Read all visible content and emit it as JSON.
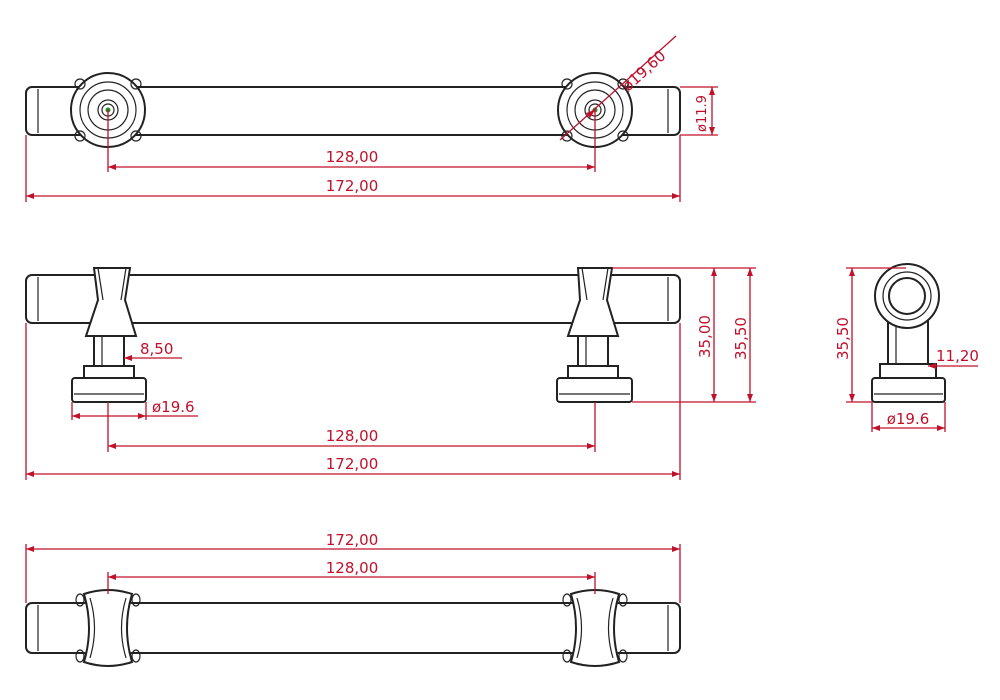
{
  "colors": {
    "outline": "#222222",
    "dimension": "#c0102a",
    "center_mark": "#2a8a2a",
    "background": "#ffffff"
  },
  "top_view": {
    "dim_diameter_post": "ø19,60",
    "dim_diameter_bar": "ø11.9",
    "dim_center": "128,00",
    "dim_overall": "172,00"
  },
  "front_view": {
    "dim_post_width": "8,50",
    "dim_base": "ø19.6",
    "dim_center": "128,00",
    "dim_overall": "172,00",
    "dim_height_a": "35,00",
    "dim_height_b": "35,50"
  },
  "side_view": {
    "dim_height": "35,50",
    "dim_post": "11,20",
    "dim_base": "ø19.6"
  },
  "bottom_view": {
    "dim_overall": "172,00",
    "dim_center": "128,00"
  }
}
